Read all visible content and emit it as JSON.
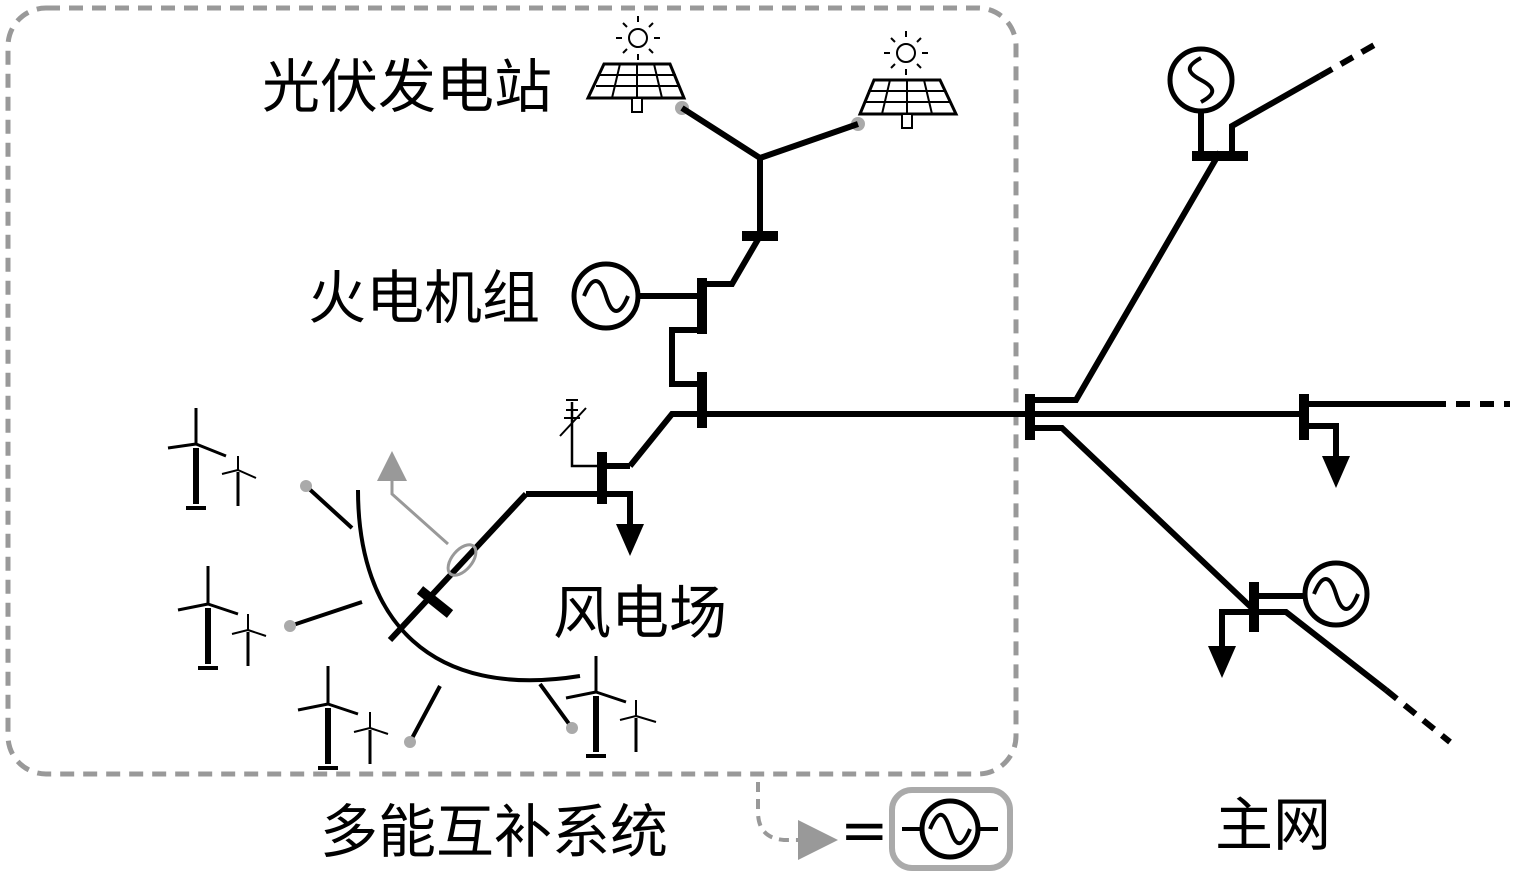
{
  "labels": {
    "pv_station": "光伏发电站",
    "thermal_unit": "火电机组",
    "wind_farm": "风电场",
    "hybrid_system": "多能互补系统",
    "main_grid": "主网",
    "equals": "="
  },
  "colors": {
    "line": "#000000",
    "boundary": "#999999",
    "background": "#ffffff"
  },
  "icons": [
    "solar-panel-icon",
    "sun-icon",
    "generator-icon",
    "wind-turbine-icon",
    "load-arrow-icon",
    "transformer-icon"
  ]
}
